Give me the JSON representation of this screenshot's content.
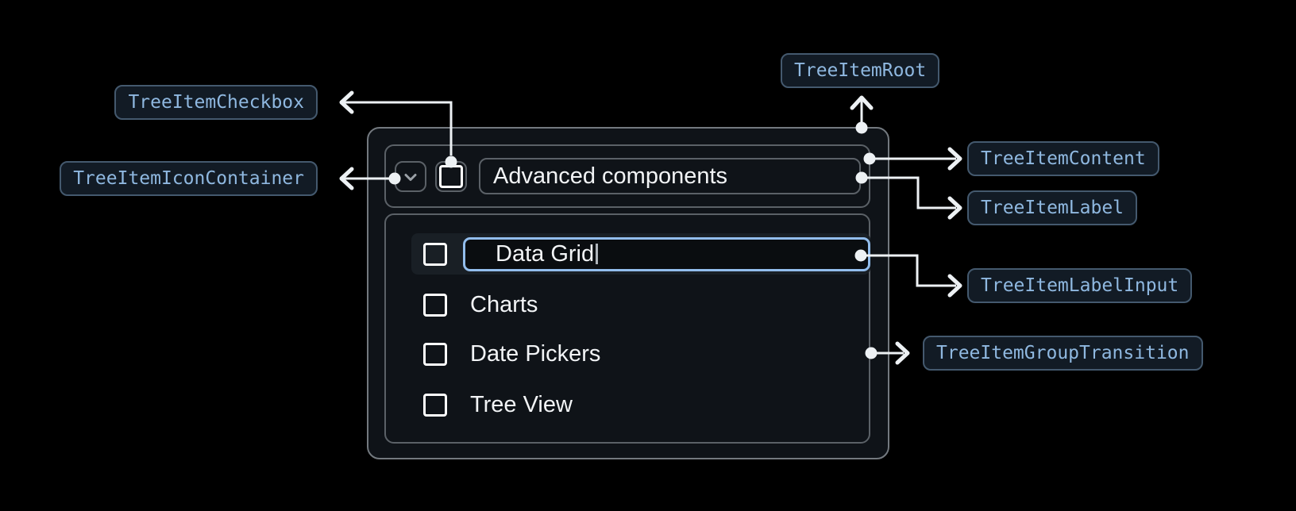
{
  "tree_view": {
    "parent_item": {
      "label": "Advanced components"
    },
    "editing_item": {
      "value": "Data Grid"
    },
    "items": [
      "Charts",
      "Date Pickers",
      "Tree View"
    ]
  },
  "annotations": {
    "root": "TreeItemRoot",
    "checkbox": "TreeItemCheckbox",
    "icon_container": "TreeItemIconContainer",
    "content": "TreeItemContent",
    "label": "TreeItemLabel",
    "label_input": "TreeItemLabelInput",
    "group_transition": "TreeItemGroupTransition"
  },
  "icons": {
    "expand": "chevron-down-icon",
    "checkbox": "checkbox-unchecked-icon"
  },
  "colors": {
    "page_bg": "#000000",
    "panel_bg": "#0f1318",
    "panel_border": "#5b6167",
    "selected_row_bg": "#191f25",
    "input_accent": "#92bdec",
    "item_text": "#f2f4f6",
    "chip_bg": "#121b25",
    "chip_border": "#44596e",
    "chip_text": "#8fb8e0",
    "connector": "#edf1f4"
  }
}
